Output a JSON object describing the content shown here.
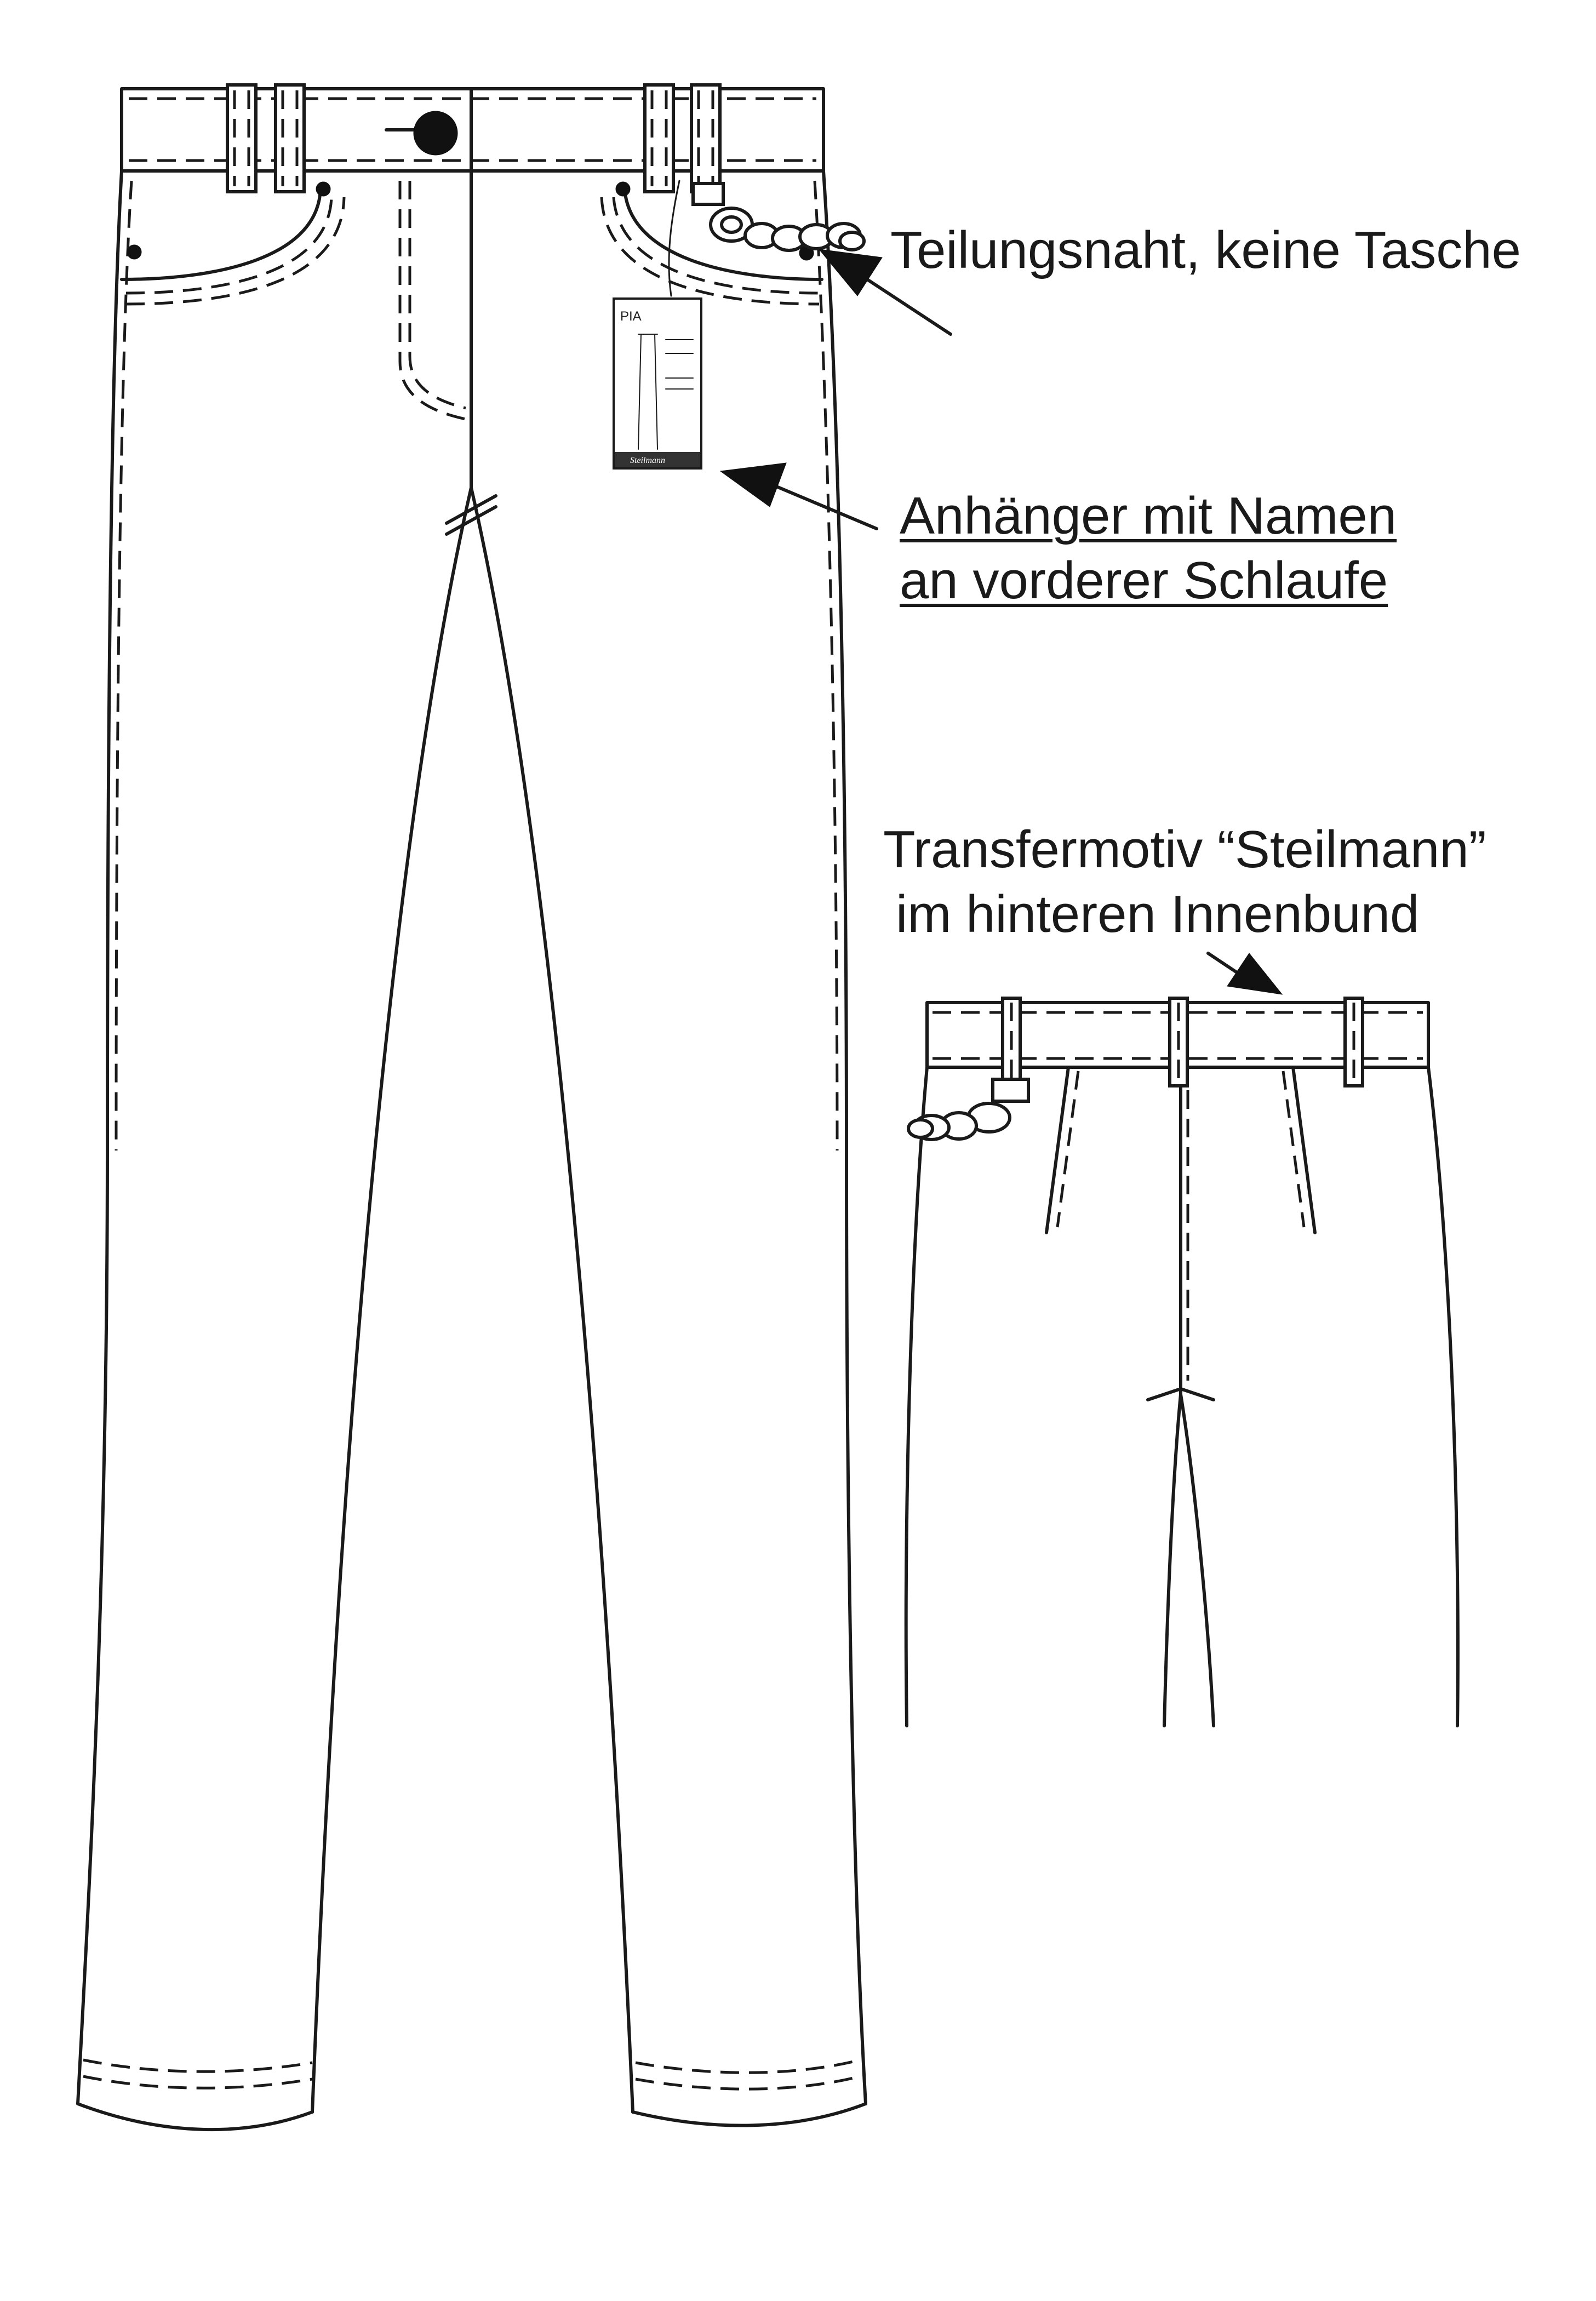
{
  "annotations": {
    "pocket_note": "Teilungsnaht, keine Tasche",
    "tag_note_line1": "Anhänger mit Namen",
    "tag_note_line2": "an vorderer Schlaufe",
    "transfer_note_line1": "Transfermotiv “Steilmann”",
    "transfer_note_line2": "im hinteren Innenbund"
  },
  "hang_tag": {
    "name": "PIA",
    "brand": "Steilmann"
  },
  "colors": {
    "line": "#1a1a1a",
    "background": "#ffffff"
  }
}
